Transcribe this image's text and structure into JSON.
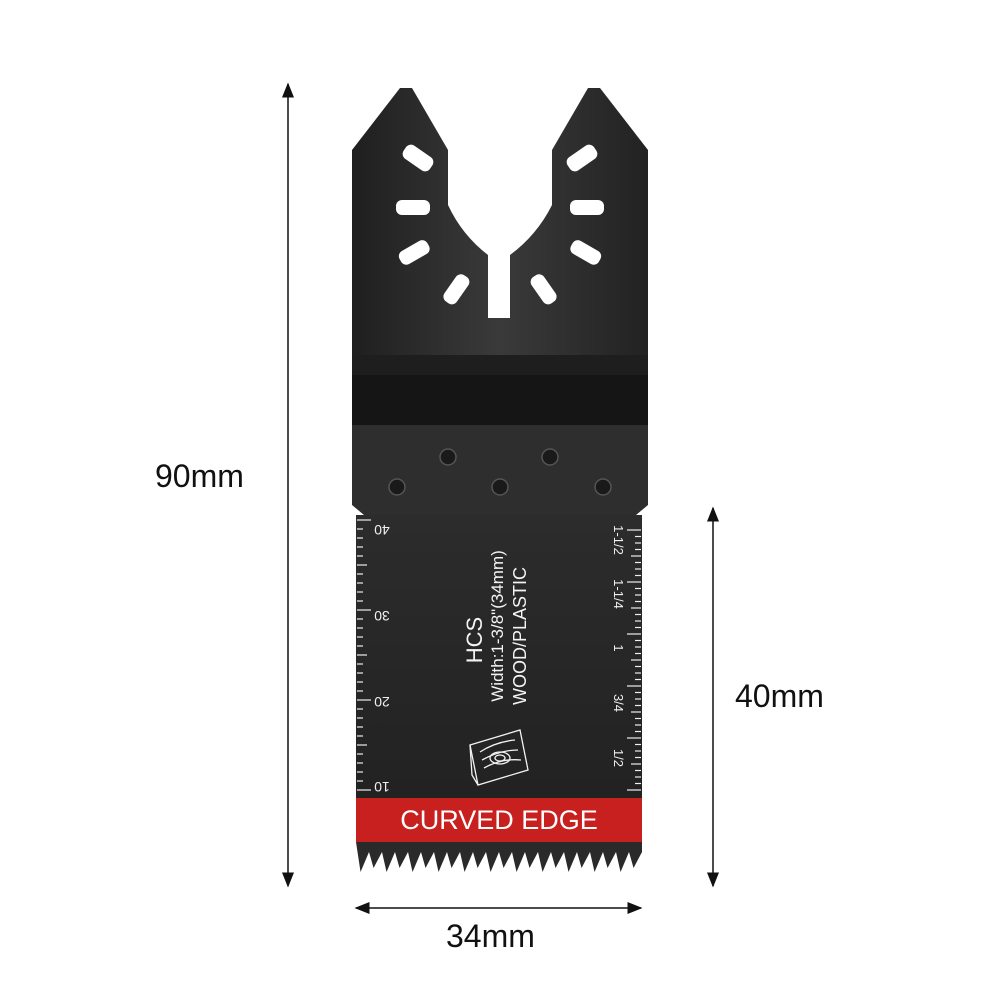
{
  "dimensions": {
    "height_label": "90mm",
    "cut_depth_label": "40mm",
    "width_label": "34mm"
  },
  "blade": {
    "brand_code": "HCS",
    "width_text": "Width:1-3/8\"(34mm)",
    "material_text": "WOOD/PLASTIC",
    "band_text": "CURVED EDGE",
    "metric_scale": [
      "10",
      "20",
      "30",
      "40"
    ],
    "imperial_scale": [
      "1/2",
      "3/4",
      "1",
      "1-1/4",
      "1-1/2"
    ],
    "colors": {
      "blade_body": "#2b2b2b",
      "band": "#c8201e",
      "band_text": "#ffffff",
      "markings": "#f2f2f2"
    },
    "icons": [
      "wood-grain-icon"
    ]
  }
}
